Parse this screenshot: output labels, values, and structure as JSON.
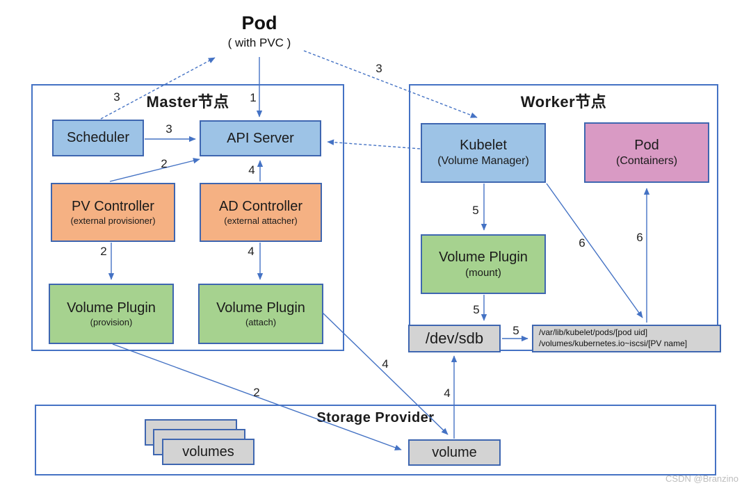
{
  "colors": {
    "node_border": "#3E66B0",
    "section_border": "#4472C4",
    "arrow": "#4472C4",
    "blue_fill": "#9DC3E6",
    "orange_fill": "#F5B183",
    "green_fill": "#A6D28F",
    "pink_fill": "#D99AC4",
    "gray_fill": "#D3D3D3"
  },
  "pod_top": {
    "title": "Pod",
    "subtitle": "( with PVC )"
  },
  "master": {
    "title": "Master节点",
    "nodes": {
      "scheduler": {
        "label": "Scheduler"
      },
      "api_server": {
        "label": "API Server"
      },
      "pv_controller": {
        "label": "PV Controller",
        "sublabel": "(external provisioner)"
      },
      "ad_controller": {
        "label": "AD Controller",
        "sublabel": "(external attacher)"
      },
      "vp_provision": {
        "label": "Volume Plugin",
        "sublabel": "(provision)"
      },
      "vp_attach": {
        "label": "Volume Plugin",
        "sublabel": "(attach)"
      }
    }
  },
  "worker": {
    "title": "Worker节点",
    "nodes": {
      "kubelet": {
        "label": "Kubelet",
        "sublabel": "(Volume Manager)"
      },
      "pod_containers": {
        "label": "Pod",
        "sublabel": "(Containers)"
      },
      "vp_mount": {
        "label": "Volume Plugin",
        "sublabel": "(mount)"
      },
      "dev_sdb": {
        "label": "/dev/sdb"
      },
      "kubelet_path": {
        "line1": "/var/lib/kubelet/pods/[pod uid]",
        "line2": "/volumes/kubernetes.io~iscsi/[PV name]"
      }
    }
  },
  "storage": {
    "title": "Storage Provider",
    "volumes_stack": {
      "label": "volumes"
    },
    "volume": {
      "label": "volume"
    }
  },
  "edges": {
    "pod_to_api_server": {
      "label": "1"
    },
    "scheduler_to_pod": {
      "label": "3"
    },
    "scheduler_to_api_server": {
      "label": "3"
    },
    "pv_controller_to_api_server": {
      "label": "2"
    },
    "ad_controller_to_api_server": {
      "label": "4"
    },
    "pod_to_kubelet": {
      "label": "3"
    },
    "pv_controller_to_vp_provision": {
      "label": "2"
    },
    "ad_controller_to_vp_attach": {
      "label": "4"
    },
    "kubelet_to_vp_mount": {
      "label": "5"
    },
    "vp_mount_to_dev_sdb": {
      "label": "5"
    },
    "dev_sdb_to_kubelet_path": {
      "label": "5"
    },
    "kubelet_to_kubelet_path": {
      "label": "6"
    },
    "kubelet_path_to_pod_containers": {
      "label": "6"
    },
    "vp_provision_to_volume": {
      "label": "2"
    },
    "vp_attach_to_volume": {
      "label": "4"
    },
    "volume_to_dev_sdb": {
      "label": "4"
    }
  },
  "watermark": "CSDN @Branzino"
}
